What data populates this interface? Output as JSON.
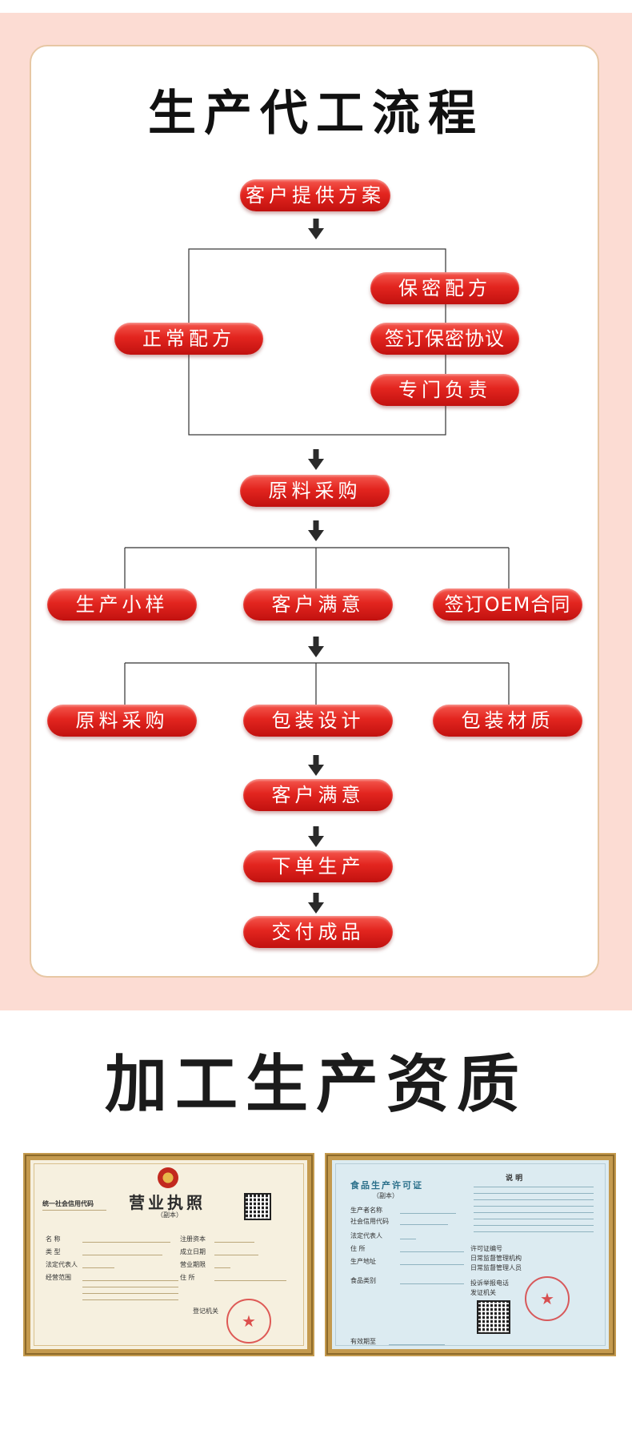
{
  "process": {
    "title": "生产代工流程",
    "steps": {
      "plan": "客户提供方案",
      "normal_formula": "正常配方",
      "secret_formula": "保密配方",
      "nda": "签订保密协议",
      "dedicated": "专门负责",
      "procure1": "原料采购",
      "sample": "生产小样",
      "satisfied1": "客户满意",
      "oem_contract": "签订OEM合同",
      "procure2": "原料采购",
      "package_design": "包装设计",
      "package_material": "包装材质",
      "satisfied2": "客户满意",
      "order": "下单生产",
      "deliver": "交付成品"
    }
  },
  "qualification": {
    "title": "加工生产资质",
    "license": {
      "title": "营业执照",
      "subtitle": "（副本）",
      "credit_code_label": "统一社会信用代码",
      "fields": [
        "名 称",
        "类 型",
        "法定代表人",
        "经营范围"
      ],
      "right_fields": [
        "注册资本",
        "成立日期",
        "营业期限",
        "住 所"
      ],
      "authority": "登记机关"
    },
    "food_permit": {
      "title": "食品生产许可证",
      "subtitle": "（副本）",
      "notice_title": "说 明",
      "fields": [
        "生产者名称",
        "社会信用代码",
        "法定代表人",
        "住 所",
        "生产地址",
        "食品类别"
      ],
      "right_fields": [
        "许可证编号",
        "日常监督管理机构",
        "日常监督管理人员",
        "投诉举报电话",
        "发证机关"
      ],
      "validity": "有效期至"
    }
  }
}
